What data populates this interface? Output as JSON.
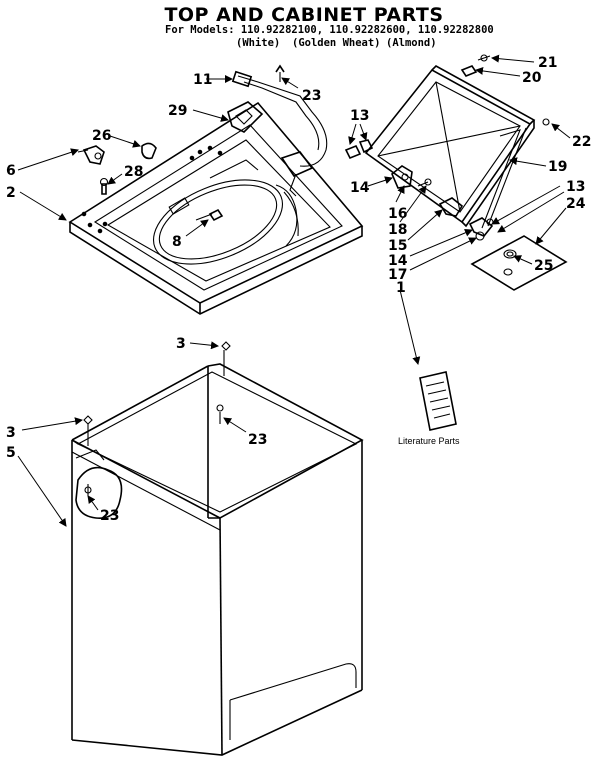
{
  "header": {
    "title": "TOP AND CABINET PARTS",
    "models_line": "For Models: 110.92282100, 110.92282600, 110.92282800",
    "color_white": "(White)",
    "color_golden": "(Golden Wheat)",
    "color_almond": "(Almond)"
  },
  "callouts": {
    "c1": "1",
    "c2": "2",
    "c3a": "3",
    "c3b": "3",
    "c5": "5",
    "c6": "6",
    "c8": "8",
    "c11": "11",
    "c13a": "13",
    "c13b": "13",
    "c14a": "14",
    "c14b": "14",
    "c15": "15",
    "c16": "16",
    "c17": "17",
    "c18": "18",
    "c19": "19",
    "c20": "20",
    "c21": "21",
    "c22": "22",
    "c23a": "23",
    "c23b": "23",
    "c23c": "23",
    "c24": "24",
    "c25": "25",
    "c26": "26",
    "c28": "28",
    "c29": "29"
  },
  "literature": {
    "label": "Literature Parts"
  }
}
